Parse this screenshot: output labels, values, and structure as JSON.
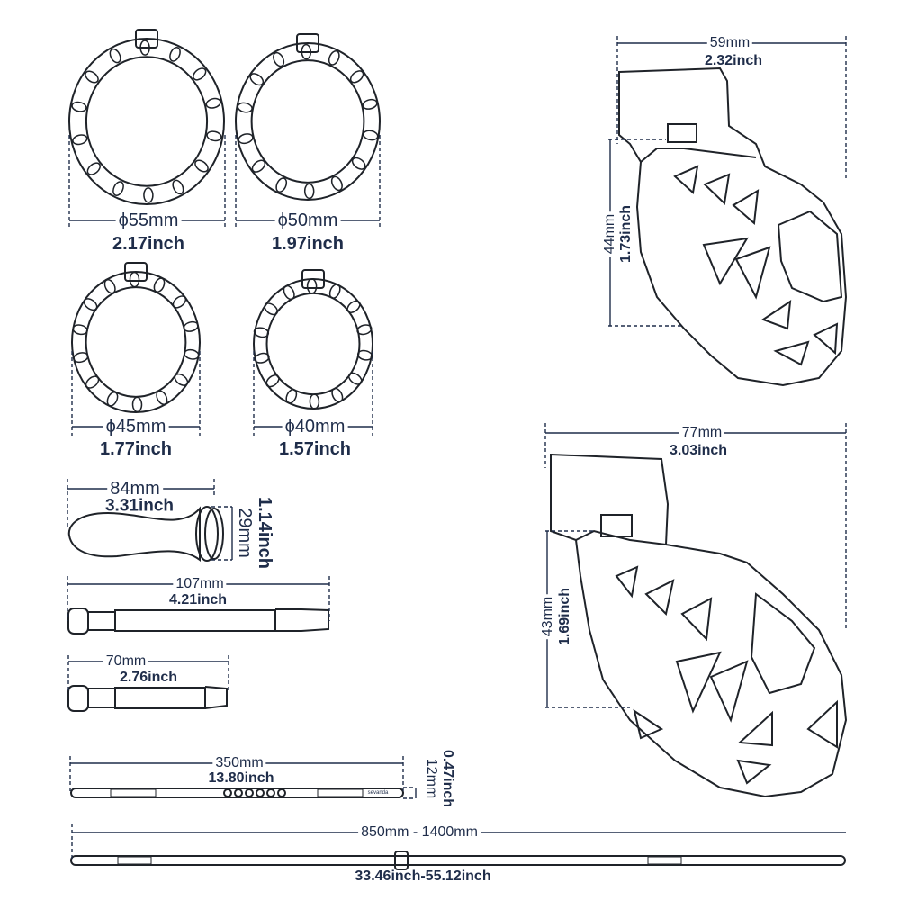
{
  "rings": [
    {
      "mm": "ϕ55mm",
      "inch": "2.17inch"
    },
    {
      "mm": "ϕ50mm",
      "inch": "1.97inch"
    },
    {
      "mm": "ϕ45mm",
      "inch": "1.77inch"
    },
    {
      "mm": "ϕ40mm",
      "inch": "1.57inch"
    }
  ],
  "plug": {
    "length_mm": "84mm",
    "length_inch": "3.31inch",
    "width_mm": "29mm",
    "width_inch": "1.14inch"
  },
  "tube_long": {
    "mm": "107mm",
    "inch": "4.21inch"
  },
  "tube_short": {
    "mm": "70mm",
    "inch": "2.76inch"
  },
  "strap": {
    "length_mm": "350mm",
    "length_inch": "13.80inch",
    "width_mm": "12mm",
    "width_inch": "0.47inch",
    "brand": "sevanda"
  },
  "belt": {
    "mm": "850mm - 1400mm",
    "inch": "33.46inch-55.12inch"
  },
  "cage_small": {
    "width_mm": "59mm",
    "width_inch": "2.32inch",
    "height_mm": "44mm",
    "height_inch": "1.73inch"
  },
  "cage_large": {
    "width_mm": "77mm",
    "width_inch": "3.03inch",
    "height_mm": "43mm",
    "height_inch": "1.69inch"
  },
  "colors": {
    "line": "#1f2329",
    "dim": "#1f2d4a"
  }
}
